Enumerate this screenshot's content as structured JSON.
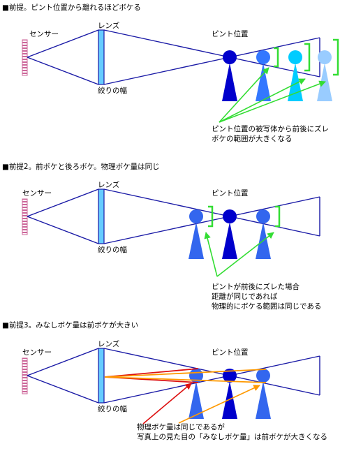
{
  "panels": [
    {
      "heading": "■前提。ピント位置から離れるほどボケる",
      "sensor_label": "センサー",
      "lens_label": "レンズ",
      "aperture_label": "絞りの幅",
      "focus_label": "ピント位置",
      "annotation_lines": [
        "ピント位置の被写体から前後にズレ",
        "ボケの範囲が大きくなる"
      ]
    },
    {
      "heading": "■前提2。前ボケと後ろボケ。物理ボケ量は同じ",
      "sensor_label": "センサー",
      "lens_label": "レンズ",
      "aperture_label": "絞りの幅",
      "focus_label": "ピント位置",
      "annotation_lines": [
        "ピントが前後にズレた場合",
        "距離が同じであれば",
        "物理的にボケる範囲は同じである"
      ]
    },
    {
      "heading": "■前提3。みなしボケ量は前ボケが大きい",
      "sensor_label": "センサー",
      "lens_label": "レンズ",
      "aperture_label": "絞りの幅",
      "focus_label": "ピント位置",
      "annotation_lines": [
        "物理ボケ量は同じであるが",
        "写真上の見た目の「みなしボケ量」は前ボケが大きくなる"
      ]
    }
  ],
  "colors": {
    "ray": "#1a1aa6",
    "sensor": "#cc6699",
    "lens": "#66ccff",
    "focus_figure": "#0000cc",
    "near_figure": "#3366ee",
    "far1_figure": "#3377ff",
    "far2_figure": "#00ccff",
    "far3_figure": "#99ccff",
    "arrow_green": "#33dd33",
    "arrow_red": "#dd1111",
    "arrow_orange": "#ff9900"
  }
}
